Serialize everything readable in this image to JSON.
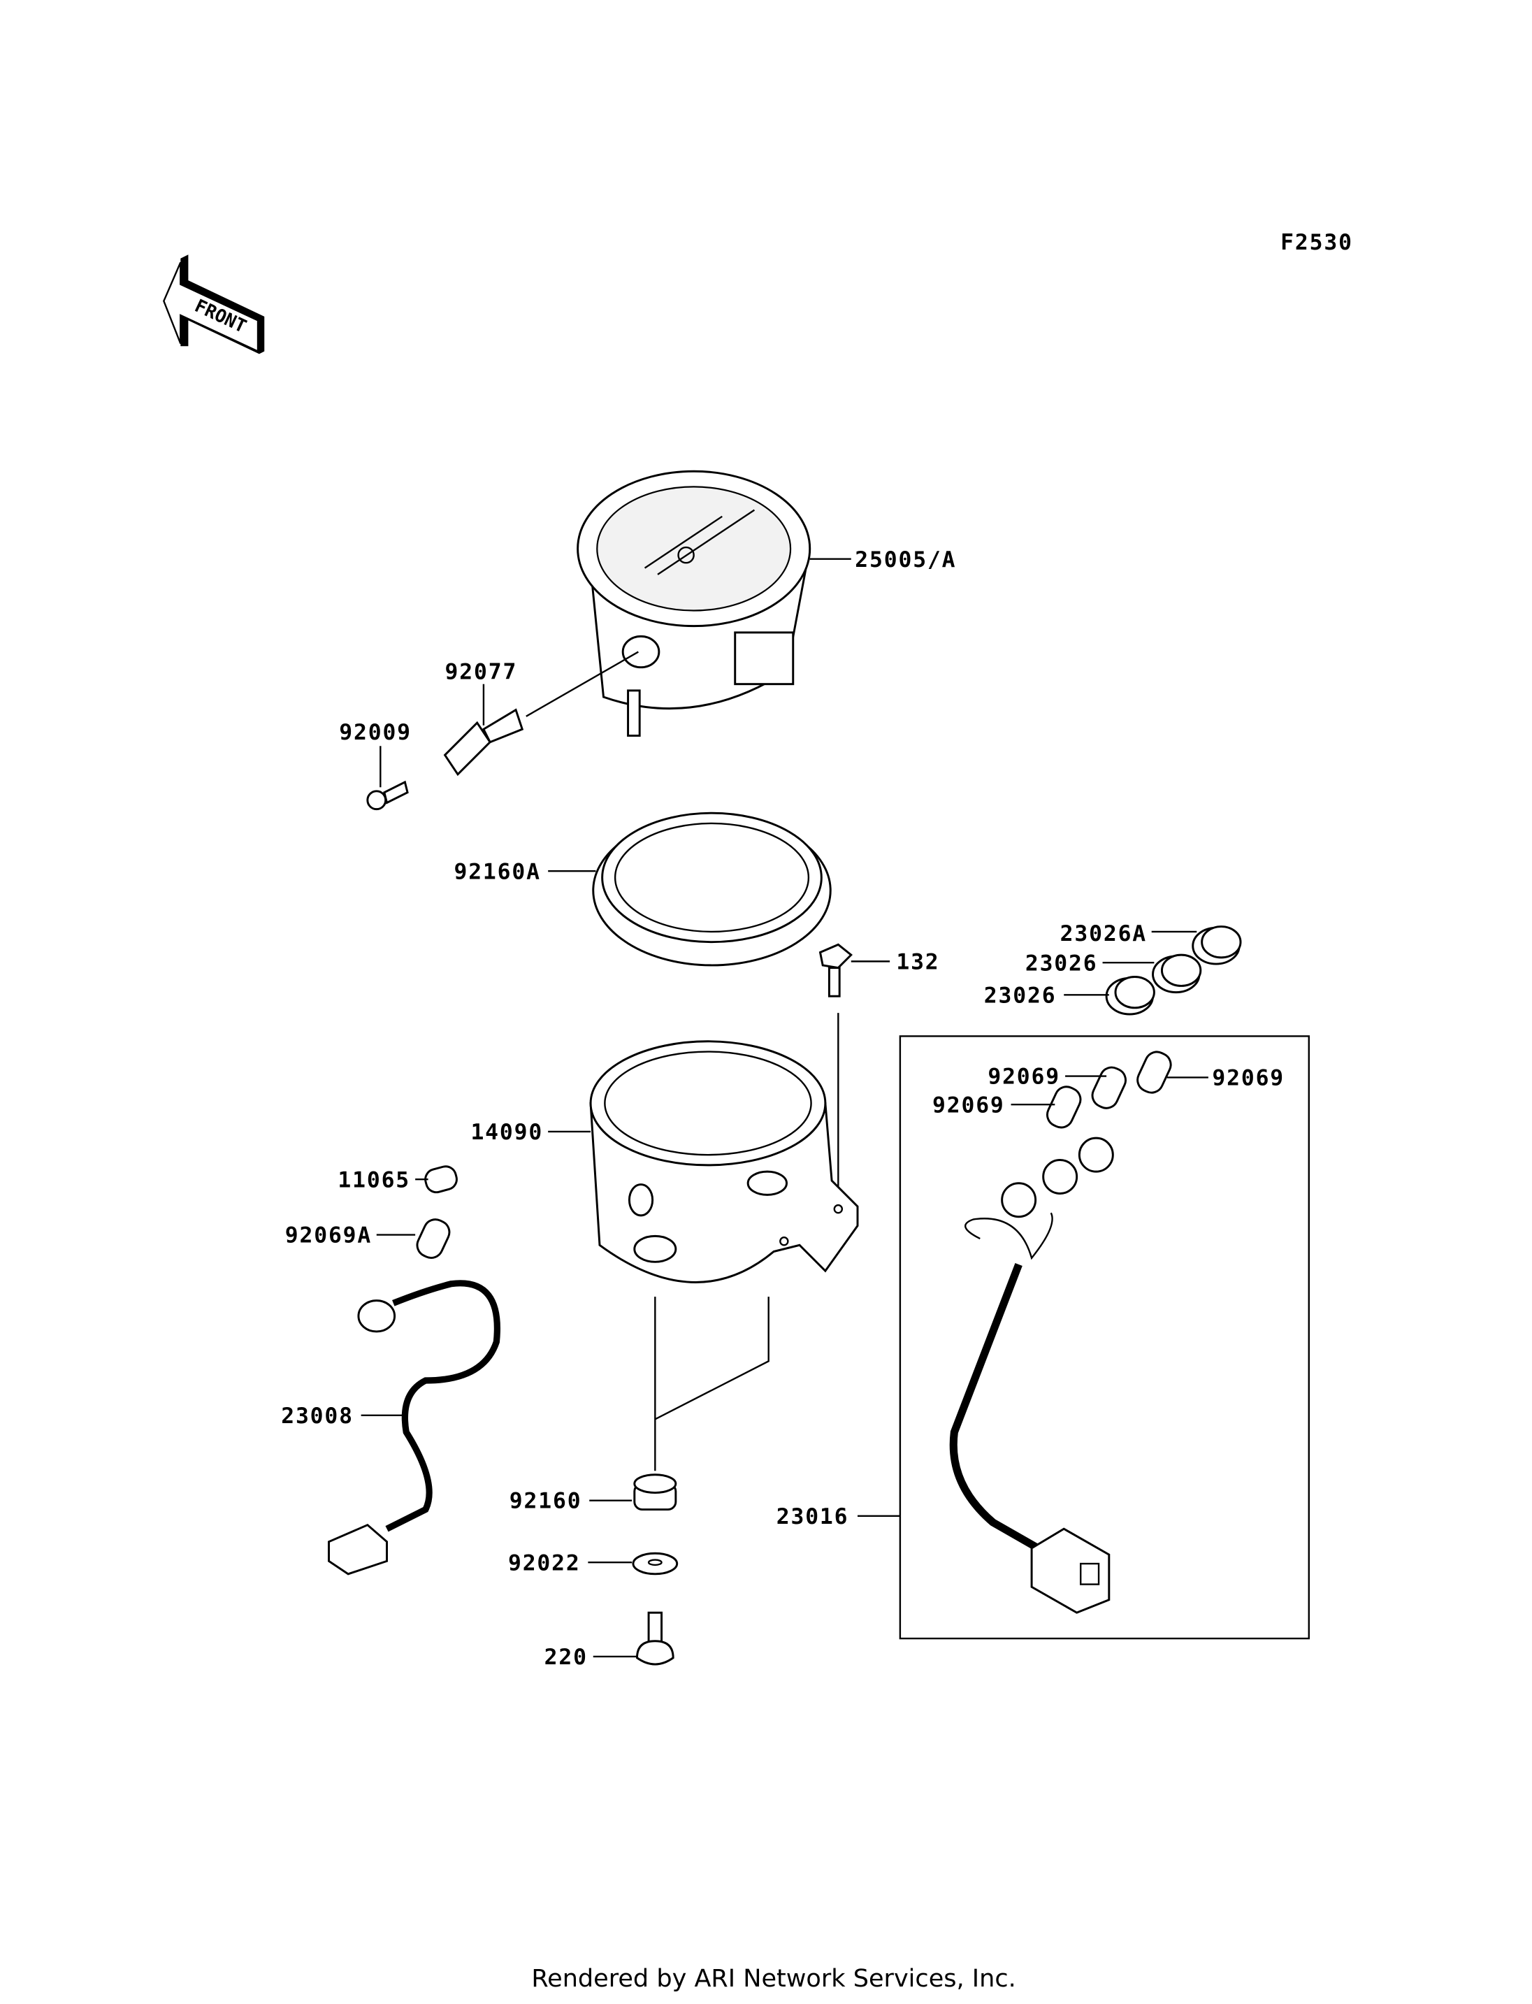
{
  "diagram_code": "F2530",
  "front_indicator": "FRONT",
  "parts": {
    "p25005A": "25005/A",
    "p92077": "92077",
    "p92009": "92009",
    "p92160A": "92160A",
    "p132": "132",
    "p23026A": "23026A",
    "p23026_1": "23026",
    "p23026_2": "23026",
    "p92069_1": "92069",
    "p92069_2": "92069",
    "p92069_3": "92069",
    "p14090": "14090",
    "p11065": "11065",
    "p92069A": "92069A",
    "p23008": "23008",
    "p92160": "92160",
    "p92022": "92022",
    "p220": "220",
    "p23016": "23016"
  },
  "footer": "Rendered by ARI Network Services, Inc."
}
